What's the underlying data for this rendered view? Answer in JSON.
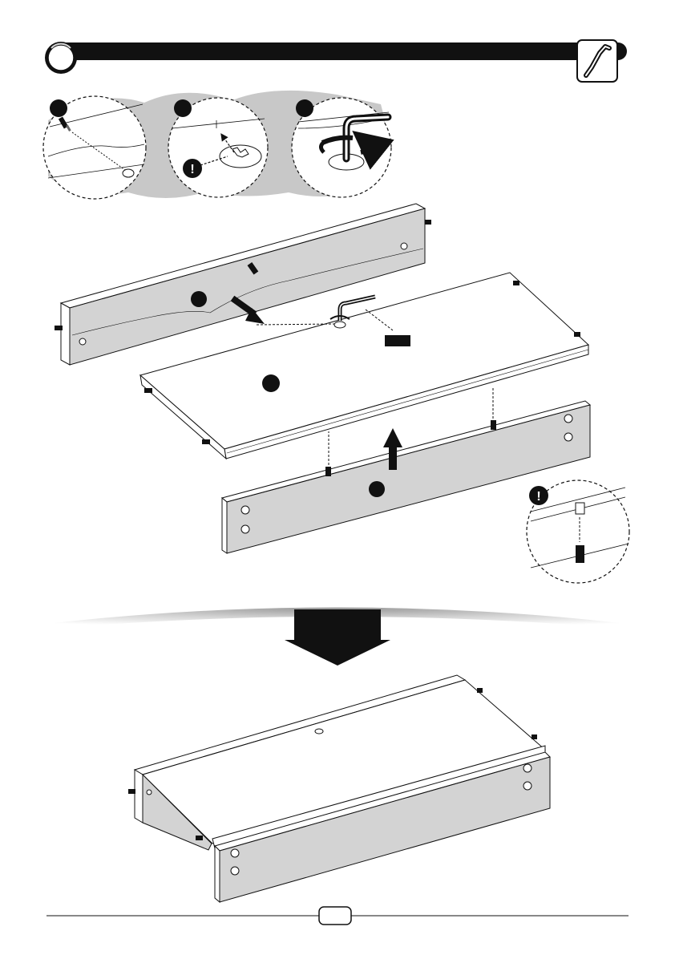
{
  "header": {
    "step_number": "",
    "tool": "hex-key"
  },
  "callouts": [
    {
      "badge": "",
      "name": "cam-bolt-insert"
    },
    {
      "badge": "",
      "name": "cam-lock-align"
    },
    {
      "badge": "",
      "name": "cam-lock-turn"
    }
  ],
  "parts": {
    "back_panel_badge": "",
    "shelf_badge": "",
    "front_panel_badge": "",
    "quantity_label": ""
  },
  "footer": {
    "page_number": ""
  },
  "colors": {
    "panel_fill": "#d3d3d3",
    "callout_bg": "#c8c8c8",
    "ink": "#111111",
    "paper": "#ffffff"
  }
}
